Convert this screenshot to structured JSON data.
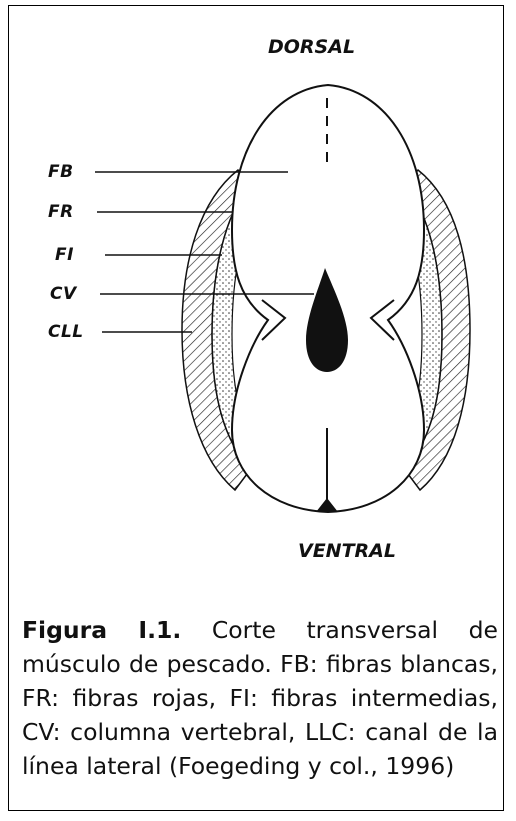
{
  "labels": {
    "dorsal": "DORSAL",
    "ventral": "VENTRAL",
    "fb": "FB",
    "fr": "FR",
    "fi": "FI",
    "cv": "CV",
    "cll": "CLL"
  },
  "caption": {
    "figure_label": "Figura I.1.",
    "text": "Corte transversal de músculo de pescado. FB: fibras blancas, FR: fibras rojas, FI: fibras intermedias, CV: columna vertebral, LLC: canal de la línea lateral (Foegeding y col., 1996)"
  }
}
